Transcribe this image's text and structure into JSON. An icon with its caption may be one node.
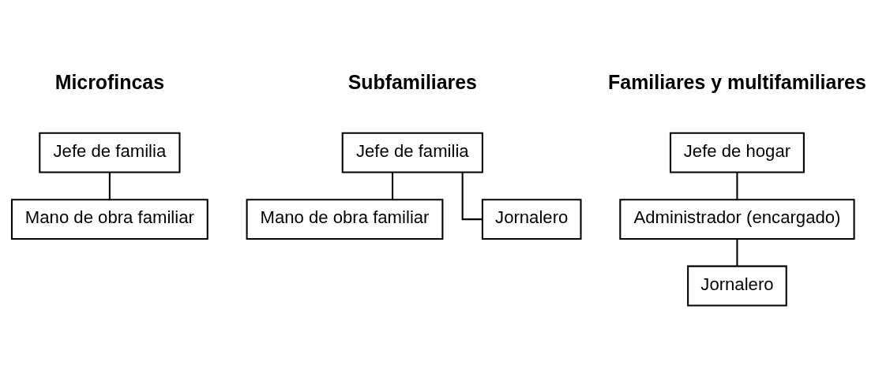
{
  "diagram": {
    "nodes": [
      {
        "text": [
          "Jefe de familia"
        ]
      },
      {
        "text": [
          "Mano de obra familiar"
        ]
      },
      {
        "text": [
          "Jefe de familia"
        ]
      },
      {
        "text": [
          "Mano de obra familiar"
        ]
      },
      {
        "text": [
          "Jornalero"
        ]
      },
      {
        "text": [
          "Jefe de hogar"
        ]
      },
      {
        "text": [
          "Administrador (encargado)"
        ]
      },
      {
        "text": [
          "Jornalero"
        ]
      }
    ],
    "edges": [
      {
        "from": 0,
        "to": 1,
        "arrow": "none"
      },
      {
        "from": 2,
        "to": 3,
        "arrow": "none"
      },
      {
        "from": 2,
        "to": 4,
        "arrow": "none"
      },
      {
        "from": 5,
        "to": 6,
        "arrow": "none"
      },
      {
        "from": 6,
        "to": 7,
        "arrow": "none"
      }
    ],
    "labels": [
      "Microfincas",
      "Subfamiliares",
      "Familiares y multifamiliares"
    ]
  }
}
